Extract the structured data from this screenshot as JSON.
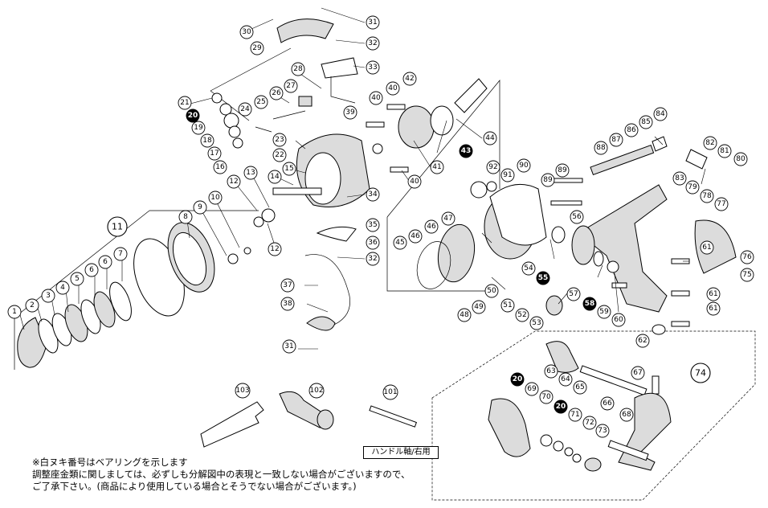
{
  "notes": {
    "line1": "※白ヌキ番号はベアリングを示します",
    "line2": "調整座金類に関しましては、必ずしも分解図中の表現と一致しない場合がございますので、",
    "line3": "ご了承下さい。(商品により使用している場合とそうでない場合がございます。)"
  },
  "handle_label": "ハンドル軸/右用",
  "callouts": [
    {
      "n": "1",
      "filled": false
    },
    {
      "n": "2",
      "filled": false
    },
    {
      "n": "3",
      "filled": false
    },
    {
      "n": "4",
      "filled": false
    },
    {
      "n": "5",
      "filled": false
    },
    {
      "n": "6",
      "filled": false
    },
    {
      "n": "7",
      "filled": false
    },
    {
      "n": "8",
      "filled": false
    },
    {
      "n": "9",
      "filled": false
    },
    {
      "n": "10",
      "filled": false
    },
    {
      "n": "11",
      "filled": false
    },
    {
      "n": "12",
      "filled": false
    },
    {
      "n": "12",
      "filled": false
    },
    {
      "n": "13",
      "filled": false
    },
    {
      "n": "14",
      "filled": false
    },
    {
      "n": "15",
      "filled": false
    },
    {
      "n": "16",
      "filled": false
    },
    {
      "n": "17",
      "filled": false
    },
    {
      "n": "18",
      "filled": false
    },
    {
      "n": "19",
      "filled": false
    },
    {
      "n": "20",
      "filled": true
    },
    {
      "n": "21",
      "filled": false
    },
    {
      "n": "22",
      "filled": false
    },
    {
      "n": "23",
      "filled": false
    },
    {
      "n": "24",
      "filled": false
    },
    {
      "n": "25",
      "filled": false
    },
    {
      "n": "26",
      "filled": false
    },
    {
      "n": "27",
      "filled": false
    },
    {
      "n": "28",
      "filled": false
    },
    {
      "n": "29",
      "filled": false
    },
    {
      "n": "30",
      "filled": false
    },
    {
      "n": "31",
      "filled": false
    },
    {
      "n": "31",
      "filled": false
    },
    {
      "n": "32",
      "filled": false
    },
    {
      "n": "32",
      "filled": false
    },
    {
      "n": "33",
      "filled": false
    },
    {
      "n": "34",
      "filled": false
    },
    {
      "n": "35",
      "filled": false
    },
    {
      "n": "36",
      "filled": false
    },
    {
      "n": "37",
      "filled": false
    },
    {
      "n": "38",
      "filled": false
    },
    {
      "n": "39",
      "filled": false
    },
    {
      "n": "40",
      "filled": false
    },
    {
      "n": "40",
      "filled": false
    },
    {
      "n": "40",
      "filled": false
    },
    {
      "n": "41",
      "filled": false
    },
    {
      "n": "42",
      "filled": false
    },
    {
      "n": "43",
      "filled": true
    },
    {
      "n": "44",
      "filled": false
    },
    {
      "n": "45",
      "filled": false
    },
    {
      "n": "46",
      "filled": false
    },
    {
      "n": "47",
      "filled": false
    },
    {
      "n": "48",
      "filled": false
    },
    {
      "n": "49",
      "filled": false
    },
    {
      "n": "50",
      "filled": false
    },
    {
      "n": "51",
      "filled": false
    },
    {
      "n": "52",
      "filled": false
    },
    {
      "n": "53",
      "filled": false
    },
    {
      "n": "54",
      "filled": false
    },
    {
      "n": "55",
      "filled": true
    },
    {
      "n": "56",
      "filled": false
    },
    {
      "n": "57",
      "filled": false
    },
    {
      "n": "58",
      "filled": true
    },
    {
      "n": "59",
      "filled": false
    },
    {
      "n": "60",
      "filled": false
    },
    {
      "n": "61",
      "filled": false
    },
    {
      "n": "61",
      "filled": false
    },
    {
      "n": "61",
      "filled": false
    },
    {
      "n": "62",
      "filled": false
    },
    {
      "n": "63",
      "filled": false
    },
    {
      "n": "64",
      "filled": false
    },
    {
      "n": "65",
      "filled": false
    },
    {
      "n": "66",
      "filled": false
    },
    {
      "n": "67",
      "filled": false
    },
    {
      "n": "68",
      "filled": false
    },
    {
      "n": "69",
      "filled": false
    },
    {
      "n": "70",
      "filled": false
    },
    {
      "n": "71",
      "filled": false
    },
    {
      "n": "72",
      "filled": false
    },
    {
      "n": "73",
      "filled": false
    },
    {
      "n": "74",
      "filled": false
    },
    {
      "n": "75",
      "filled": false
    },
    {
      "n": "76",
      "filled": false
    },
    {
      "n": "77",
      "filled": false
    },
    {
      "n": "78",
      "filled": false
    },
    {
      "n": "79",
      "filled": false
    },
    {
      "n": "80",
      "filled": false
    },
    {
      "n": "81",
      "filled": false
    },
    {
      "n": "82",
      "filled": false
    },
    {
      "n": "83",
      "filled": false
    },
    {
      "n": "84",
      "filled": false
    },
    {
      "n": "85",
      "filled": false
    },
    {
      "n": "86",
      "filled": false
    },
    {
      "n": "87",
      "filled": false
    },
    {
      "n": "88",
      "filled": false
    },
    {
      "n": "89",
      "filled": false
    },
    {
      "n": "89",
      "filled": false
    },
    {
      "n": "90",
      "filled": false
    },
    {
      "n": "91",
      "filled": false
    },
    {
      "n": "92",
      "filled": false
    },
    {
      "n": "101",
      "filled": false
    },
    {
      "n": "102",
      "filled": false
    },
    {
      "n": "103",
      "filled": false
    },
    {
      "n": "20",
      "filled": true
    },
    {
      "n": "20",
      "filled": true
    }
  ]
}
